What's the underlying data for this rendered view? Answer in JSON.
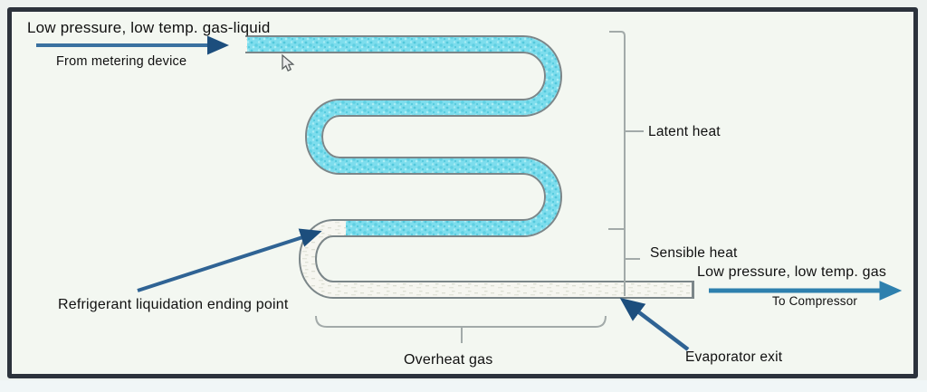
{
  "diagram": {
    "type": "evaporator-refrigerant-flow",
    "labels": {
      "inlet_title": "Low pressure, low temp. gas-liquid",
      "inlet_source": "From metering device",
      "latent_heat": "Latent heat",
      "sensible_heat": "Sensible heat",
      "outlet_title": "Low pressure, low temp. gas",
      "outlet_destination": "To Compressor",
      "liquidation_point": "Refrigerant liquidation ending point",
      "overheat_gas": "Overheat gas",
      "evaporator_exit": "Evaporator exit"
    },
    "icons": {
      "mouse_cursor": "arrow-pointer"
    },
    "colors": {
      "background": "#f3f7f1",
      "frame_border": "#2c323c",
      "tube_liquid_fill": "#7ddded",
      "tube_gas_fill": "#f6f6f0",
      "tube_outline": "#7b8689",
      "flow_arrow_navy": "#1c4e7d",
      "flow_arrow_steel": "#3a71a0",
      "flow_arrow_teal": "#2e80ae",
      "bracket_gray": "#a2aaa9",
      "text": "#101010"
    }
  }
}
